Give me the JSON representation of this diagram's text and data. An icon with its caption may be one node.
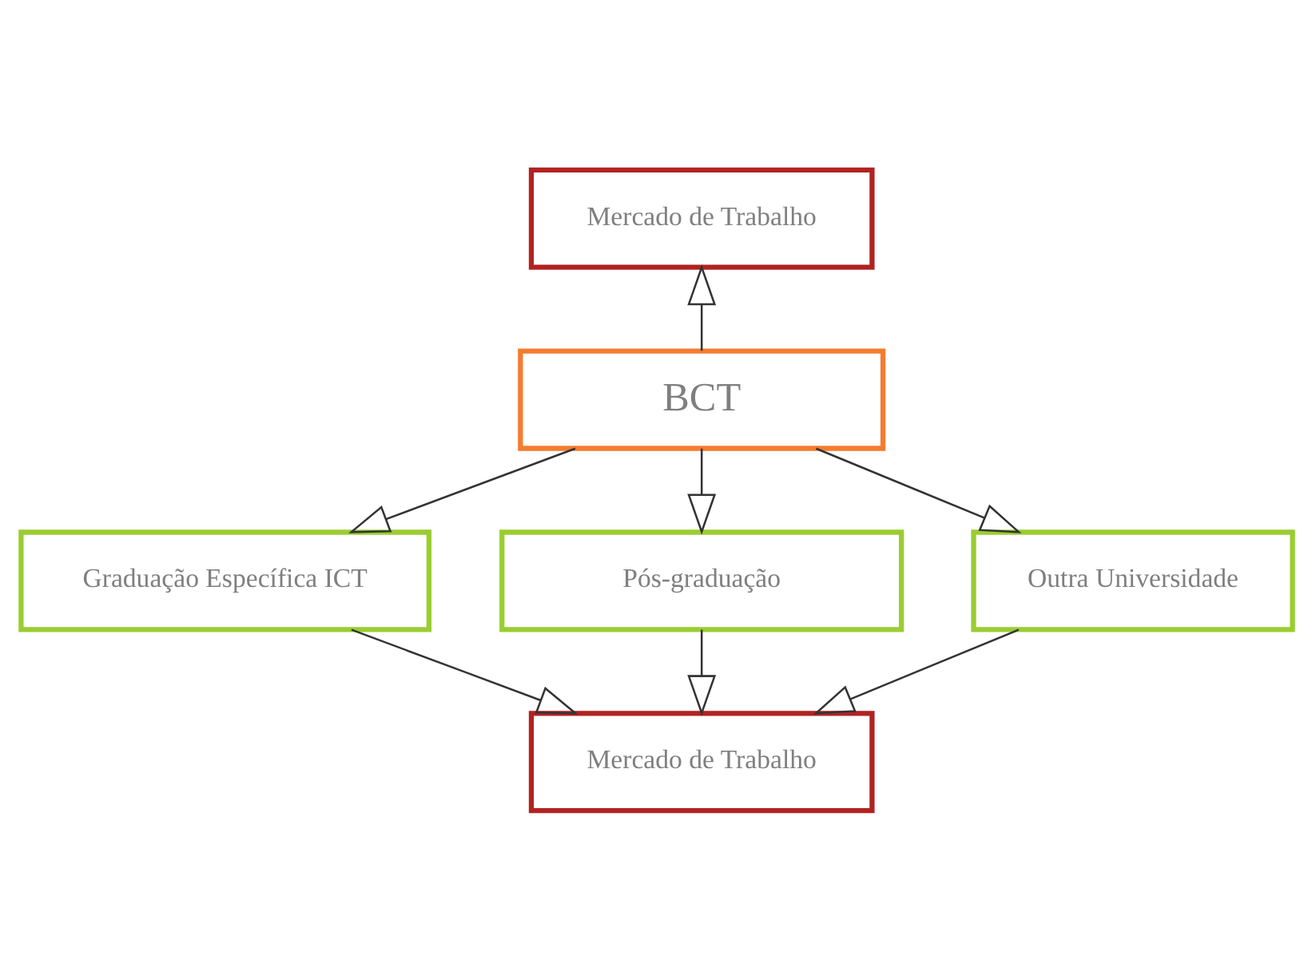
{
  "diagram": {
    "nodes": [
      {
        "text": [
          "Mercado de Trabalho"
        ]
      },
      {
        "text": [
          "BCT"
        ]
      },
      {
        "text": [
          "Graduação Específica ICT"
        ]
      },
      {
        "text": [
          "Pós-graduação"
        ]
      },
      {
        "text": [
          "Outra Universidade"
        ]
      },
      {
        "text": [
          "Mercado de Trabalho"
        ]
      }
    ],
    "edges": [
      {
        "from": 1,
        "to": 0,
        "arrow": "to"
      },
      {
        "from": 1,
        "to": 2,
        "arrow": "to"
      },
      {
        "from": 1,
        "to": 3,
        "arrow": "to"
      },
      {
        "from": 1,
        "to": 4,
        "arrow": "to"
      },
      {
        "from": 2,
        "to": 5,
        "arrow": "to"
      },
      {
        "from": 3,
        "to": 5,
        "arrow": "to"
      },
      {
        "from": 4,
        "to": 5,
        "arrow": "to"
      }
    ]
  }
}
